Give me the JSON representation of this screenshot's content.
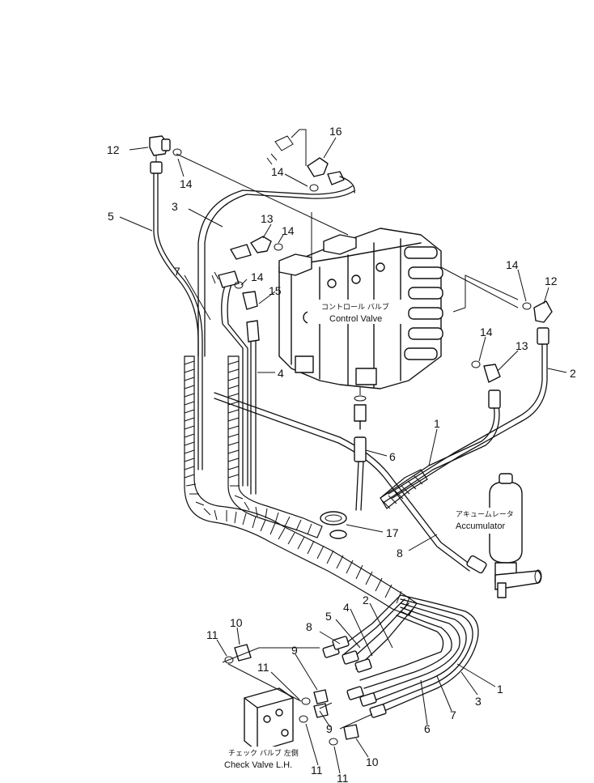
{
  "diagram": {
    "labels": {
      "control_valve_jp": "コントロール バルブ",
      "control_valve_en": "Control Valve",
      "accumulator_jp": "アキュームレータ",
      "accumulator_en": "Accumulator",
      "check_valve_jp": "チェック バルブ 左側",
      "check_valve_en": "Check Valve L.H."
    },
    "callouts": {
      "c1a": "1",
      "c1b": "1",
      "c2a": "2",
      "c2b": "2",
      "c3a": "3",
      "c3b": "3",
      "c4a": "4",
      "c4b": "4",
      "c5a": "5",
      "c5b": "5",
      "c6a": "6",
      "c6b": "6",
      "c7a": "7",
      "c7b": "7",
      "c8a": "8",
      "c8b": "8",
      "c9a": "9",
      "c9b": "9",
      "c10a": "10",
      "c10b": "10",
      "c11a": "11",
      "c11b": "11",
      "c11c": "11",
      "c11d": "11",
      "c12a": "12",
      "c12b": "12",
      "c13a": "13",
      "c13b": "13",
      "c14a": "14",
      "c14b": "14",
      "c14c": "14",
      "c14d": "14",
      "c14e": "14",
      "c14f": "14",
      "c15": "15",
      "c16": "16",
      "c17": "17"
    }
  }
}
